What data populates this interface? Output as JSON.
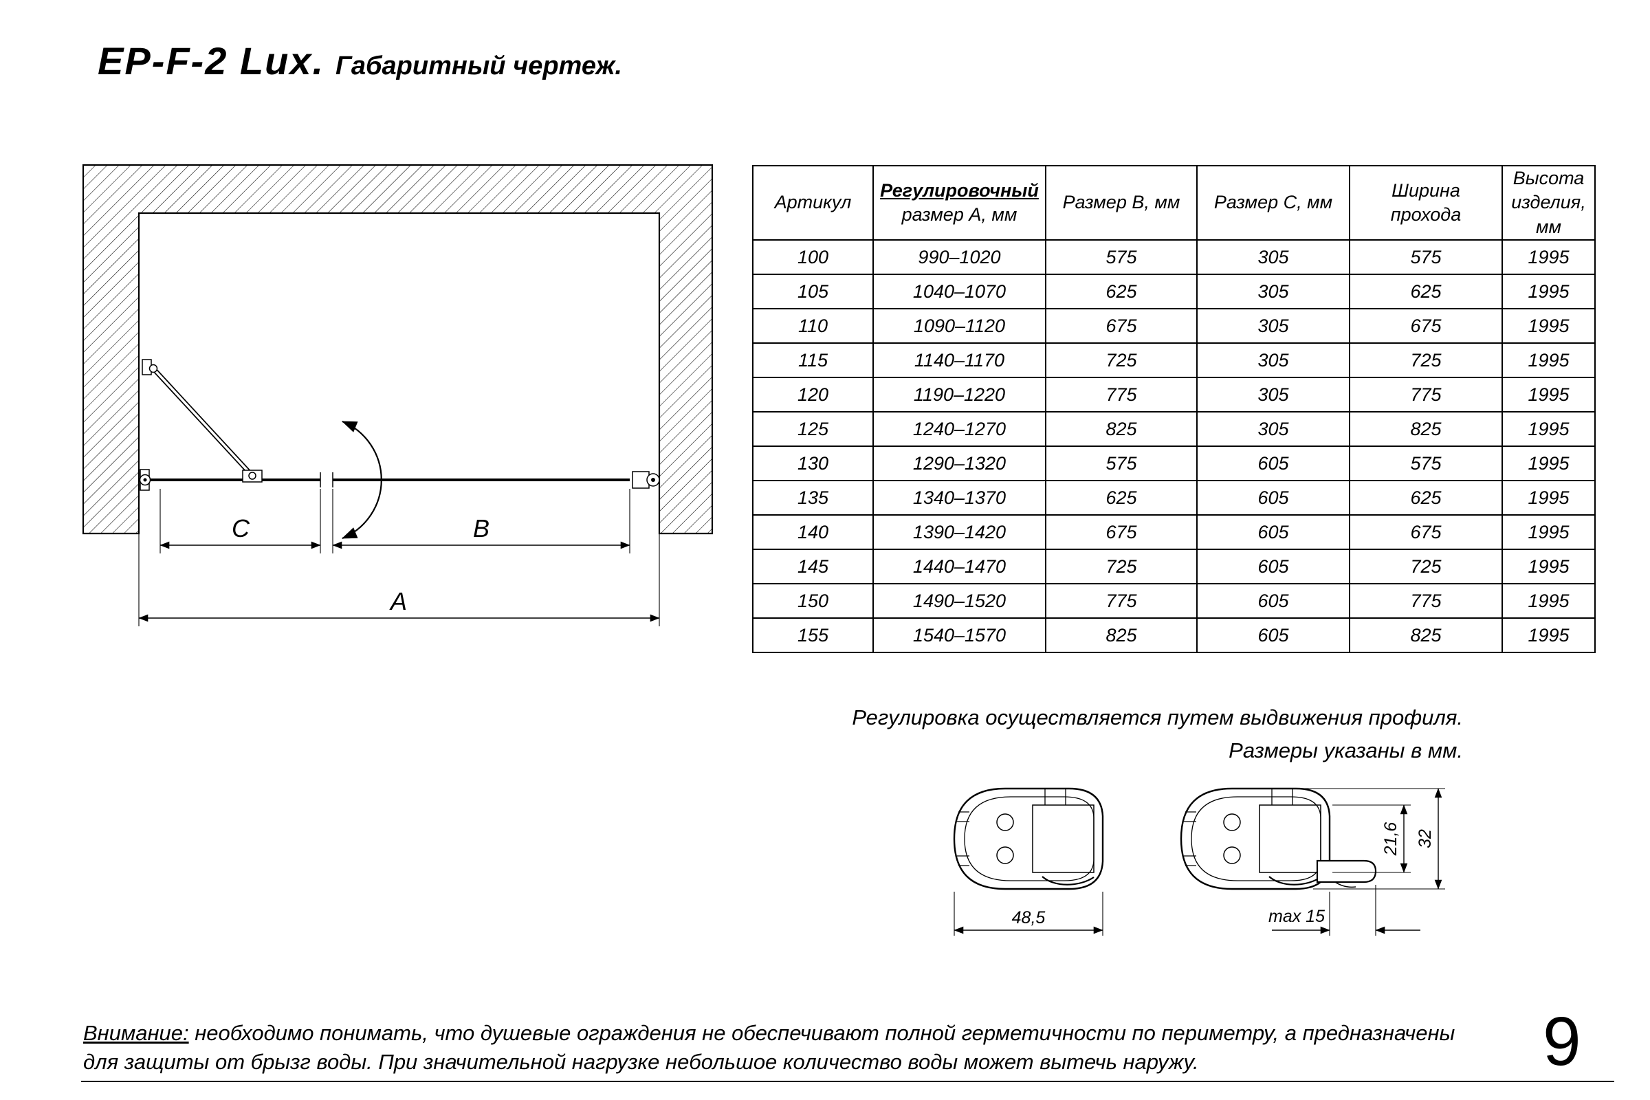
{
  "page": {
    "title_model": "EP-F-2 Lux.",
    "title_text": "Габаритный чертеж.",
    "page_number": "9"
  },
  "drawing": {
    "labels": {
      "a": "A",
      "b": "B",
      "c": "C"
    }
  },
  "table": {
    "headers": [
      {
        "lines": [
          "Артикул"
        ]
      },
      {
        "lines": [
          "Регулировочный",
          "размер A, мм"
        ],
        "emphasis": true
      },
      {
        "lines": [
          "Размер B, мм"
        ]
      },
      {
        "lines": [
          "Размер C, мм"
        ]
      },
      {
        "lines": [
          "Ширина",
          "прохода"
        ]
      },
      {
        "lines": [
          "Высота",
          "изделия,",
          "мм"
        ]
      }
    ],
    "rows": [
      [
        "100",
        "990–1020",
        "575",
        "305",
        "575",
        "1995"
      ],
      [
        "105",
        "1040–1070",
        "625",
        "305",
        "625",
        "1995"
      ],
      [
        "110",
        "1090–1120",
        "675",
        "305",
        "675",
        "1995"
      ],
      [
        "115",
        "1140–1170",
        "725",
        "305",
        "725",
        "1995"
      ],
      [
        "120",
        "1190–1220",
        "775",
        "305",
        "775",
        "1995"
      ],
      [
        "125",
        "1240–1270",
        "825",
        "305",
        "825",
        "1995"
      ],
      [
        "130",
        "1290–1320",
        "575",
        "605",
        "575",
        "1995"
      ],
      [
        "135",
        "1340–1370",
        "625",
        "605",
        "625",
        "1995"
      ],
      [
        "140",
        "1390–1420",
        "675",
        "605",
        "675",
        "1995"
      ],
      [
        "145",
        "1440–1470",
        "725",
        "605",
        "725",
        "1995"
      ],
      [
        "150",
        "1490–1520",
        "775",
        "605",
        "775",
        "1995"
      ],
      [
        "155",
        "1540–1570",
        "825",
        "605",
        "825",
        "1995"
      ]
    ]
  },
  "notes": {
    "line1": "Регулировка осуществляется путем выдвижения профиля.",
    "line2": "Размеры указаны в мм."
  },
  "profiles": {
    "width_left": "48,5",
    "travel": "max 15",
    "inner_height": "21,6",
    "outer_height": "32"
  },
  "warning": {
    "label": "Внимание:",
    "line1_rest": " необходимо понимать, что душевые ограждения не обеспечивают полной герметичности по периметру, а предназначены",
    "line2": "для защиты от брызг воды. При значительной нагрузке небольшое количество воды может вытечь наружу."
  }
}
